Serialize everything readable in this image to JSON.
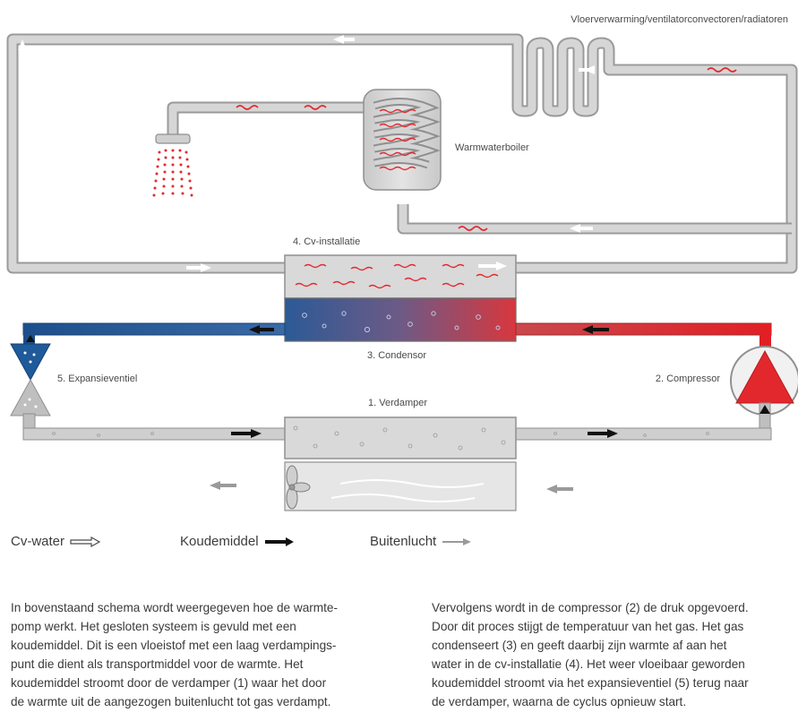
{
  "labels": {
    "vloerverwarming": "Vloerverwarming/ventilatorconvectoren/radiatoren",
    "warmwaterboiler": "Warmwaterboiler",
    "cv_installatie": "4. Cv-installatie",
    "condensor": "3. Condensor",
    "expansieventiel": "5. Expansieventiel",
    "compressor": "2. Compressor",
    "verdamper": "1. Verdamper"
  },
  "legend": {
    "cv_water": "Cv-water",
    "koudemiddel": "Koudemiddel",
    "buitenlucht": "Buitenlucht"
  },
  "colors": {
    "pipe_grey": "#c9c9c9",
    "pipe_dark": "#8f8f8f",
    "hot_red": "#e3282d",
    "cold_blue": "#1f5a9a",
    "ground": "#e6e6e6"
  },
  "text": {
    "left": [
      "In bovenstaand schema wordt weergegeven hoe de warmte-",
      "pomp werkt. Het gesloten systeem is gevuld met een",
      "koudemiddel. Dit is een vloeistof met een laag verdampings-",
      "punt die dient als transportmiddel voor de warmte. Het",
      "koudemiddel stroomt door de verdamper (1) waar het door",
      "de warmte uit de aangezogen buitenlucht tot gas verdampt."
    ],
    "right": [
      "Vervolgens wordt in de compressor (2) de druk opgevoerd.",
      "Door dit proces stijgt de temperatuur van het gas. Het gas",
      "condenseert (3) en geeft daarbij zijn warmte af aan het",
      "water in de cv-installatie (4). Het weer vloeibaar geworden",
      "koudemiddel stroomt via het expansieventiel (5) terug naar",
      "de verdamper, waarna de cyclus opnieuw start."
    ]
  }
}
